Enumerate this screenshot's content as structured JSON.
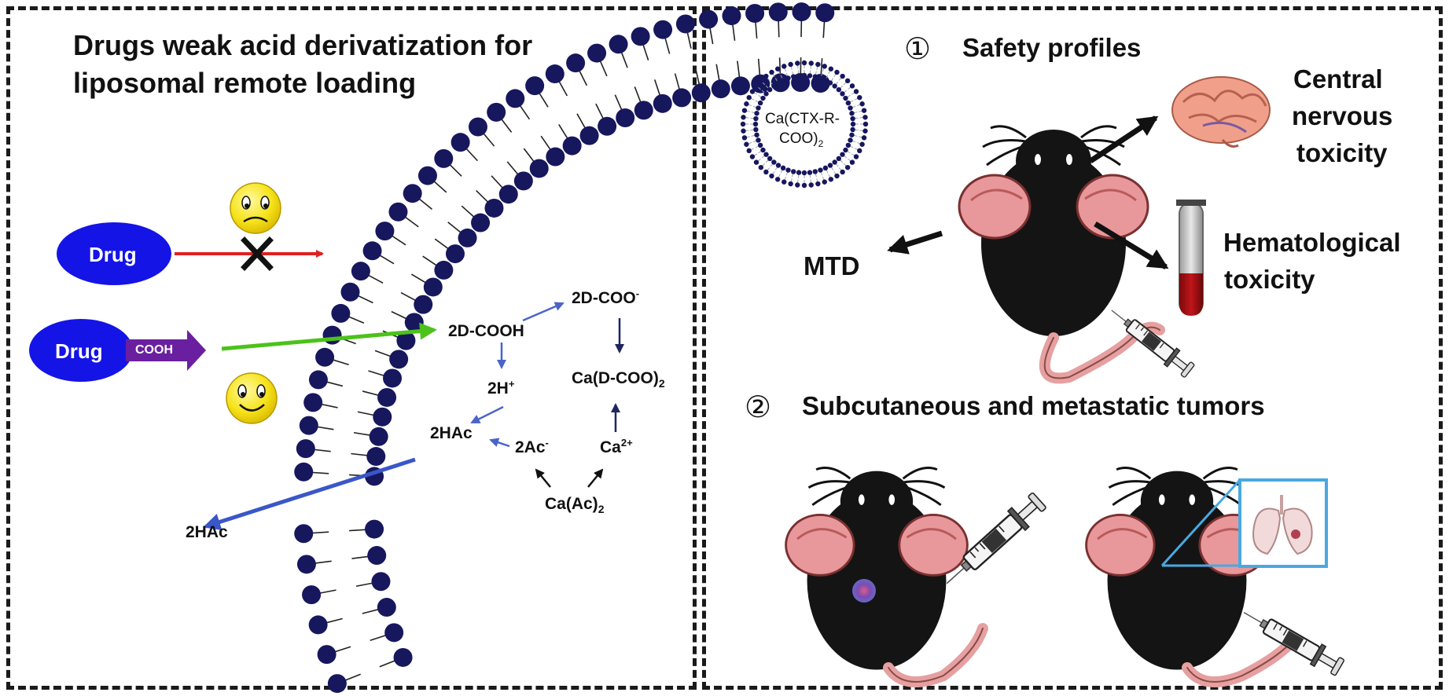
{
  "left": {
    "title_line1": "Drugs weak acid derivatization for",
    "title_line2": "liposomal remote loading",
    "drug_label_1": "Drug",
    "drug_label_2": "Drug",
    "cooh_tag": "COOH",
    "species": {
      "d_cooh": "2D-COOH",
      "d_coo": "2D-COO",
      "d_coo_sup": "-",
      "h": "2H",
      "h_sup": "+",
      "ca_dcoo": "Ca(D-COO)",
      "ca_dcoo_sub": "2",
      "hac_inner": "2HAc",
      "ac": "2Ac",
      "ac_sup": "-",
      "ca": "Ca",
      "ca_sup": "2+",
      "ca_ac": "Ca(Ac)",
      "ca_ac_sub": "2",
      "hac_outer": "2HAc"
    }
  },
  "right": {
    "liposome_label_1": "Ca(CTX-R-",
    "liposome_label_2": "COO)",
    "liposome_label_sub": "2",
    "section1_marker": "①",
    "section1_title": "Safety profiles",
    "cns_1": "Central",
    "cns_2": "nervous",
    "cns_3": "toxicity",
    "hema_1": "Hematological",
    "hema_2": "toxicity",
    "mtd": "MTD",
    "section2_marker": "②",
    "section2_title": "Subcutaneous and metastatic tumors"
  },
  "colors": {
    "membrane_head": "#17175e",
    "drug_fill": "#1414e6",
    "cooh_tag": "#6a1fa0",
    "red_arrow": "#e02020",
    "green_arrow": "#4cc21a",
    "blue_arrow": "#3a57c8",
    "mouse_body": "#141414",
    "mouse_ear": "#e8989a",
    "tail": "#e6a0a0"
  },
  "icons": [
    "sad-face-icon",
    "happy-face-icon",
    "cross-icon",
    "brain-icon",
    "blood-tube-icon",
    "syringe-icon",
    "lung-icon",
    "mouse-icon",
    "liposome-icon"
  ]
}
